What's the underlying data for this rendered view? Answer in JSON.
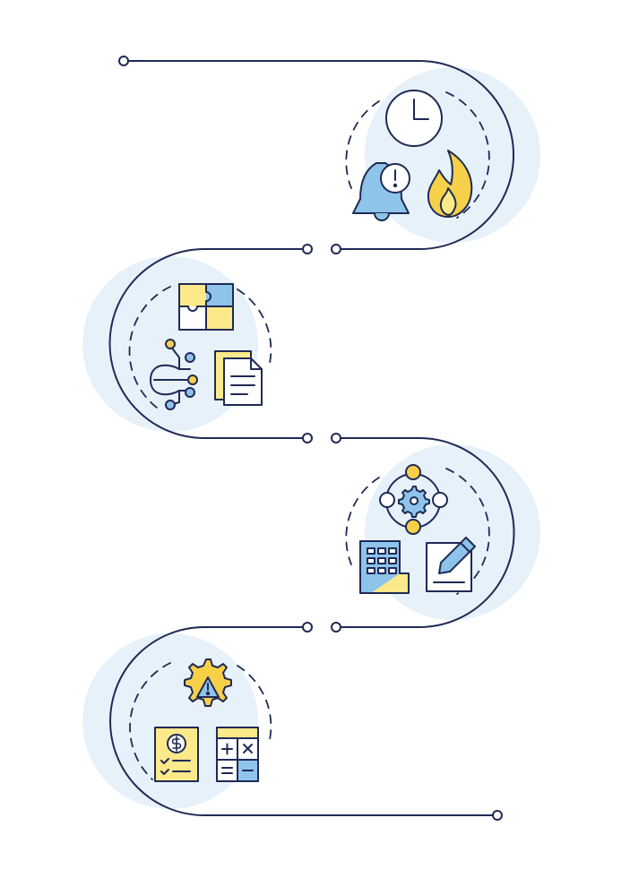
{
  "colors": {
    "line": "#1f2a55",
    "blue_bg": "#e6f1fa",
    "blue": "#8ec3ea",
    "yellow": "#fbe98a",
    "orange": "#f7d04a",
    "white": "#ffffff"
  },
  "steps": [
    {
      "id": 1,
      "icons": [
        "clock-icon",
        "alarm-bell-icon",
        "flame-icon"
      ]
    },
    {
      "id": 2,
      "icons": [
        "puzzle-icon",
        "merge-arrows-icon",
        "documents-icon"
      ]
    },
    {
      "id": 3,
      "icons": [
        "gear-cycle-icon",
        "building-icon",
        "edit-document-icon"
      ]
    },
    {
      "id": 4,
      "icons": [
        "warning-gear-icon",
        "invoice-icon",
        "calculator-icon"
      ]
    }
  ]
}
